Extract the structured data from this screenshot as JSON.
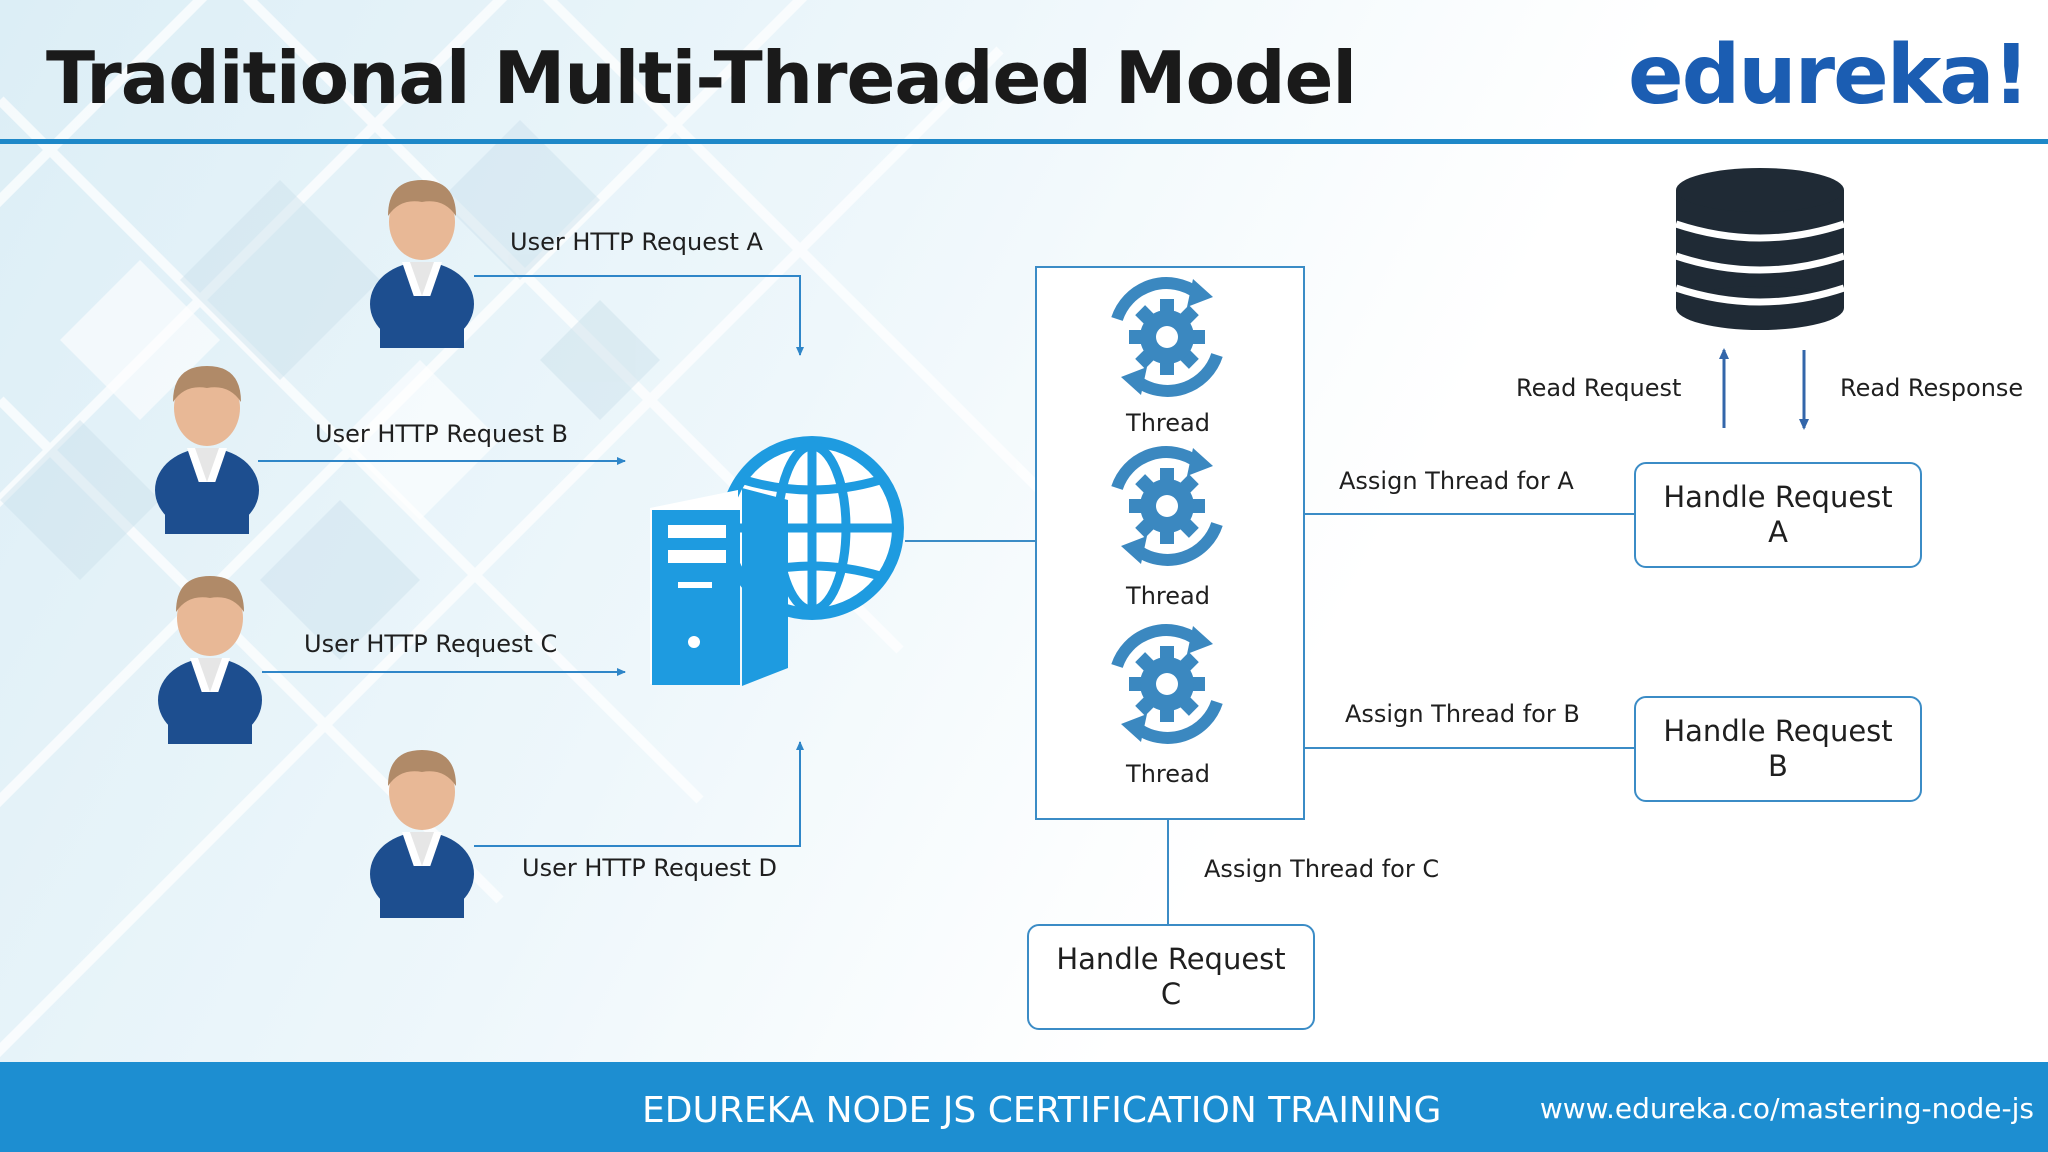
{
  "slide": {
    "title": "Traditional Multi-Threaded Model",
    "logo": "edureka!"
  },
  "users": [
    {
      "label": "User HTTP Request A"
    },
    {
      "label": "User HTTP Request B"
    },
    {
      "label": "User HTTP Request C"
    },
    {
      "label": "User HTTP Request D"
    }
  ],
  "threads": [
    {
      "label": "Thread"
    },
    {
      "label": "Thread"
    },
    {
      "label": "Thread"
    }
  ],
  "assign": {
    "a": "Assign Thread for A",
    "b": "Assign Thread for B",
    "c": "Assign Thread for C"
  },
  "handlers": {
    "a": {
      "line1": "Handle Request",
      "line2": "A"
    },
    "b": {
      "line1": "Handle Request",
      "line2": "B"
    },
    "c": {
      "line1": "Handle Request",
      "line2": "C"
    }
  },
  "database": {
    "read_request": "Read Request",
    "read_response": "Read Response"
  },
  "footer": {
    "title": "EDUREKA NODE JS CERTIFICATION TRAINING",
    "url": "www.edureka.co/mastering-node-js"
  },
  "colors": {
    "accent": "#1e88c8",
    "logo": "#1b5db2",
    "footer": "#1d8ed1",
    "server_blue": "#1e9be0",
    "suit": "#1d4e8f",
    "skin": "#e8b896",
    "hair": "#b08a68",
    "database": "#1f2a35"
  },
  "icons": [
    "user-icon",
    "server-icon",
    "globe-icon",
    "thread-gear-icon",
    "database-icon"
  ]
}
